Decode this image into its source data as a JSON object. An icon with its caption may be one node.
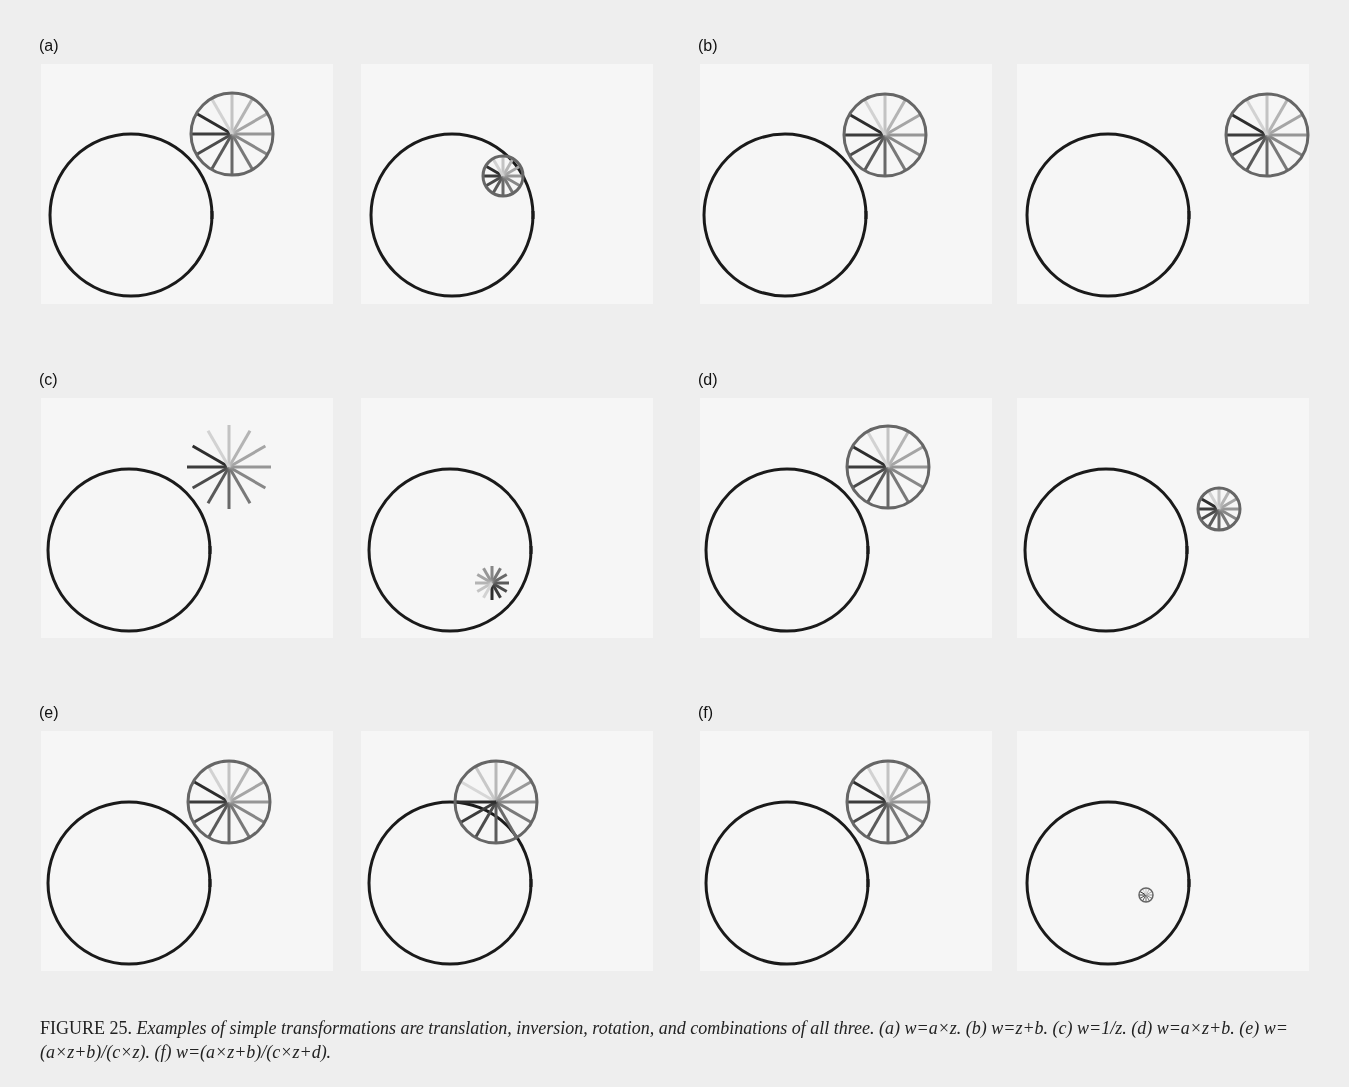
{
  "diagram": {
    "caption": "FIGURE 25. *Examples of simple transformations are translation, inversion, rotation, and combinations of all three. (a) w=a×z. (b) w=z+b. (c) w=1/z. (d) w=a×z+b. (e) w=(a×z+b)/(c×z). (f) w=(a×z+b)/(c×z+d).*",
    "labels": [
      "(a)",
      "(b)",
      "(c)",
      "(d)",
      "(e)",
      "(f)"
    ]
  }
}
